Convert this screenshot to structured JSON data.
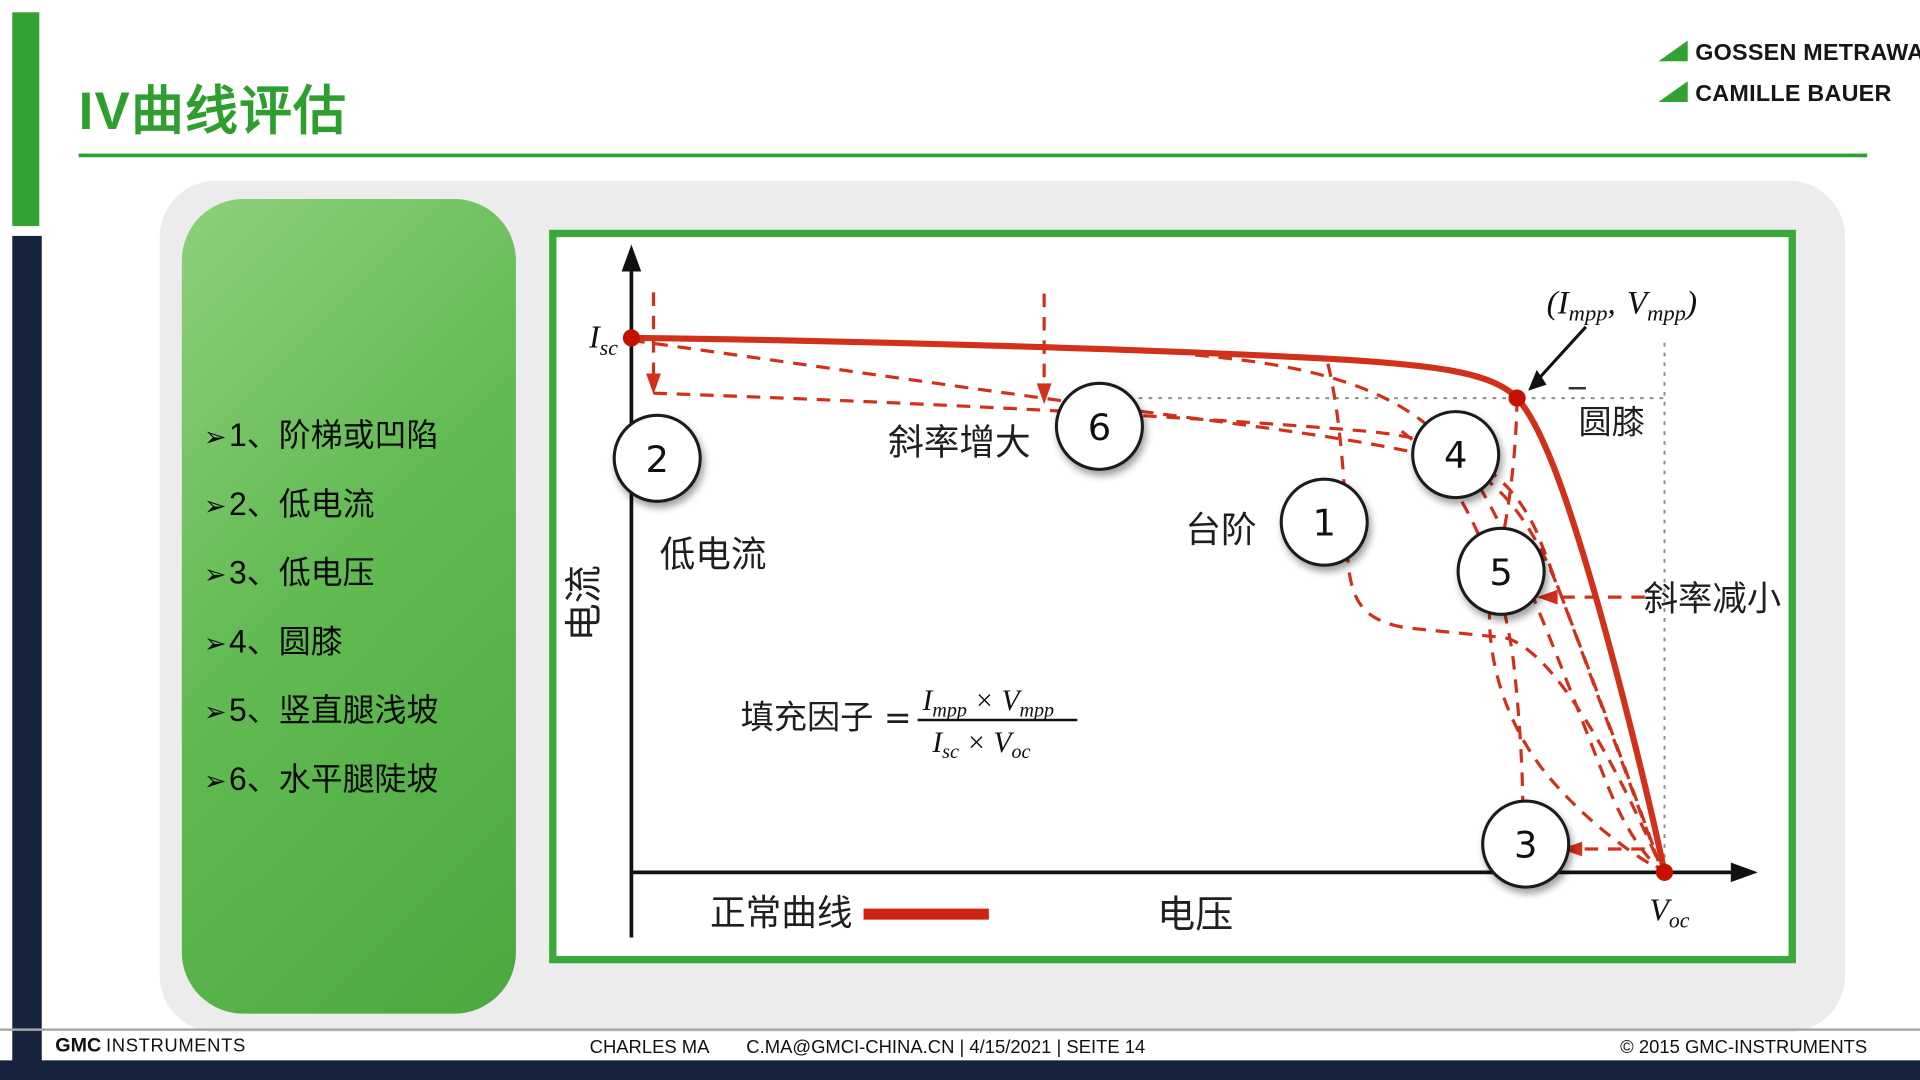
{
  "slide": {
    "title": "IV曲线评估"
  },
  "logos": {
    "line1": "GOSSEN METRAWATT",
    "line2": "CAMILLE BAUER"
  },
  "sidebar": {
    "bullet": "➢",
    "items": [
      {
        "text": "1、阶梯或凹陷"
      },
      {
        "text": "2、低电流"
      },
      {
        "text": "3、低电压"
      },
      {
        "text": "4、圆膝"
      },
      {
        "text": "5、竖直腿浅坡"
      },
      {
        "text": "6、水平腿陡坡"
      }
    ]
  },
  "chart": {
    "type": "line",
    "x_axis_label": "电压",
    "y_axis_label": "电流",
    "legend": {
      "normal_curve_label": "正常曲线"
    },
    "annotations": {
      "low_current": "低电流",
      "slope_increase": "斜率增大",
      "step": "台阶",
      "round_knee": "圆膝",
      "slope_decrease": "斜率减小",
      "fill_factor": "填充因子 ="
    },
    "symbols": {
      "I": "I",
      "V": "V",
      "sc": "sc",
      "oc": "oc",
      "mpp": "mpp",
      "open_paren": "(",
      "comma": ",",
      "close_paren": ")",
      "times": "×"
    },
    "markers": [
      {
        "n": "1"
      },
      {
        "n": "2"
      },
      {
        "n": "3"
      },
      {
        "n": "4"
      },
      {
        "n": "5"
      },
      {
        "n": "6"
      }
    ],
    "colors": {
      "accent_green": "#34a233",
      "navy": "#16233c",
      "curve_red": "#d1301a"
    }
  },
  "footer": {
    "brand_bold": "GMC",
    "brand_rest": "INSTRUMENTS",
    "author": "CHARLES MA",
    "meta": "C.MA@GMCI-CHINA.CN | 4/15/2021 | SEITE 14",
    "copyright": "© 2015 GMC-INSTRUMENTS"
  }
}
